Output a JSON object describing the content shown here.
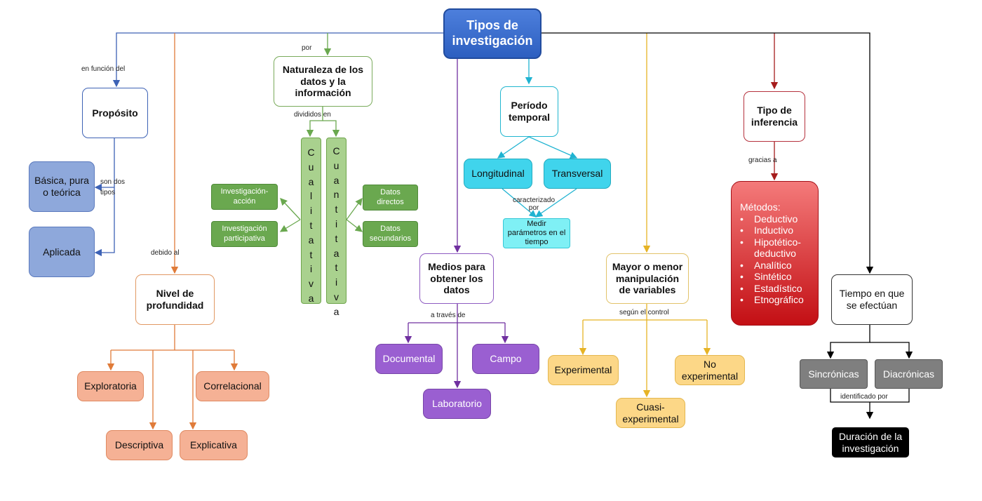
{
  "root": "Tipos de investigación",
  "branches": {
    "proposito": {
      "connector": "en función  del",
      "title": "Propósito",
      "types_label": "son  dos tipos",
      "items": [
        "Básica, pura o teórica",
        "Aplicada"
      ]
    },
    "profundidad": {
      "connector": "debido  al",
      "title": "Nivel de profundidad",
      "items": [
        "Exploratoria",
        "Correlacional",
        "Descriptiva",
        "Explicativa"
      ]
    },
    "naturaleza": {
      "connector": "por",
      "title": "Naturaleza de los datos y la información",
      "divided_label": "divididos  en",
      "cualitativa": "Cualitativa",
      "cuantitativa": "Cuantitativa",
      "cualitativa_items": [
        "Investigación-acción",
        "Investigación participativa"
      ],
      "cuantitativa_items": [
        "Datos directos",
        "Datos secundarios"
      ]
    },
    "medios": {
      "title": "Medios para obtener los datos",
      "via_label": "a través  de",
      "items": [
        "Documental",
        "Campo",
        "Laboratorio"
      ]
    },
    "periodo": {
      "title": "Período temporal",
      "items": [
        "Longitudinal",
        "Transversal"
      ],
      "characterized_label": "caracterizado por",
      "measure": "Medir parámetros en el tiempo"
    },
    "manipulacion": {
      "title": "Mayor o menor manipulación de variables",
      "control_label": "según el  control",
      "items": [
        "Experimental",
        "No experimental",
        "Cuasi-experimental"
      ]
    },
    "inferencia": {
      "title": "Tipo de inferencia",
      "thanks_label": "gracias  a",
      "methods_title": "Métodos:",
      "methods": [
        "Deductivo",
        "Inductivo",
        "Hipotético-deductivo",
        "Analítico",
        "Sintético",
        "Estadístico",
        "Etnográfico"
      ]
    },
    "tiempo": {
      "title": "Tiempo en que se efectúan",
      "items": [
        "Sincrónicas",
        "Diacrónicas"
      ],
      "identified_label": "identificado por",
      "duration": "Duración de la investigación"
    }
  },
  "colors": {
    "blue": "#3d62b5",
    "orange": "#e07b39",
    "green": "#6aa84f",
    "purple": "#7030a0",
    "cyan": "#1fb3d1",
    "yellow": "#e6b325",
    "red": "#a61c1c",
    "black": "#000000"
  }
}
